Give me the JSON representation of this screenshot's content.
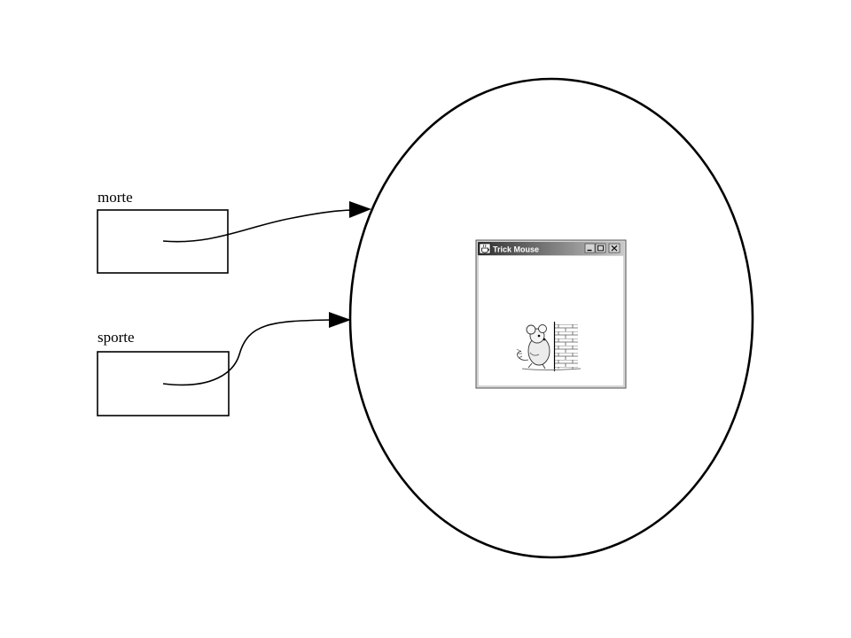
{
  "variables": [
    {
      "name": "morte"
    },
    {
      "name": "sporte"
    }
  ],
  "window": {
    "title": "Trick Mouse",
    "icon": "java-cup-icon",
    "controls": [
      "minimize-icon",
      "maximize-icon",
      "close-icon"
    ],
    "content_image": "mouse-behind-brick-wall"
  }
}
